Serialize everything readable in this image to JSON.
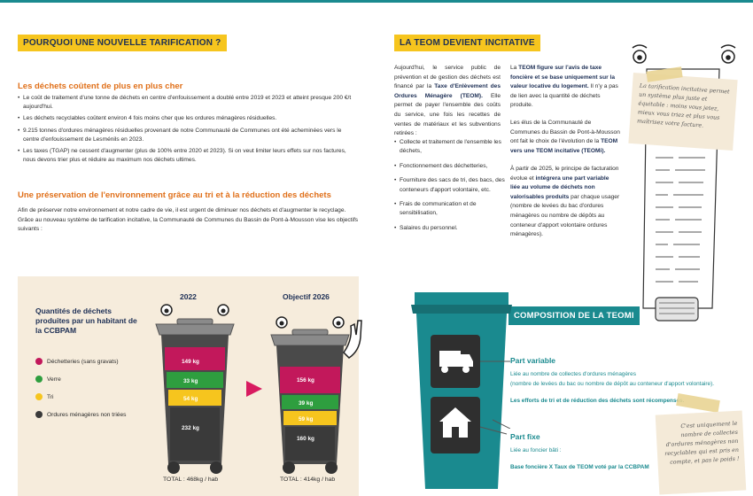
{
  "left": {
    "heading": "POURQUOI UNE NOUVELLE TARIFICATION ?",
    "section1": {
      "title": "Les déchets coûtent de plus en plus cher",
      "bullets": [
        "Le coût de traitement d'une tonne de déchets en centre d'enfouissement a doublé entre 2019 et 2023 et atteint presque 200 €/t aujourd'hui.",
        "Les déchets recyclables coûtent environ 4 fois moins cher que les ordures ménagères résiduelles.",
        "9.215 tonnes d'ordures ménagères résiduelles provenant de notre Communauté de Communes ont été acheminées vers le centre d'enfouissement de Lesménils en 2023.",
        "Les taxes (TGAP) ne cessent d'augmenter (plus de 100% entre 2020 et 2023). Si on veut limiter leurs effets sur nos factures, nous devons trier plus et réduire au maximum nos déchets ultimes."
      ]
    },
    "section2": {
      "title": "Une préservation de l'environnement grâce au tri et à la réduction des déchets",
      "para1": "Afin de préserver notre environnement et notre cadre de vie, il est urgent de diminuer nos déchets et d'augmenter le recyclage.",
      "para2": "Grâce au nouveau système de tarification incitative, la Communauté de Communes du Bassin de Pont-à-Mousson vise les objectifs suivants :"
    },
    "panel": {
      "title": "Quantités de déchets produites par un habitant de la CCBPAM",
      "legend": [
        {
          "label": "Déchetteries (sans gravats)",
          "color": "#c2185b"
        },
        {
          "label": "Verre",
          "color": "#2e9e3f"
        },
        {
          "label": "Tri",
          "color": "#f6c51e"
        },
        {
          "label": "Ordures ménagères non triées",
          "color": "#3a3a3a"
        }
      ],
      "bin2022": {
        "label": "2022",
        "values": [
          "149 kg",
          "33 kg",
          "54 kg",
          "232 kg"
        ],
        "total": "TOTAL : 468kg / hab"
      },
      "bin2026": {
        "label": "Objectif 2026",
        "values": [
          "156 kg",
          "39 kg",
          "59 kg",
          "160 kg"
        ],
        "total": "TOTAL : 414kg / hab"
      }
    }
  },
  "right": {
    "heading": "LA TEOM DEVIENT INCITATIVE",
    "col1": {
      "intro_a": "Aujourd'hui, le service public de prévention et de gestion des déchets est financé par la ",
      "intro_b": "Taxe d'Enlèvement des Ordures Ménagère (TEOM).",
      "intro_c": " Elle permet de payer l'ensemble des coûts du service, une fois les recettes de ventes de matériaux et les subventions retirées :",
      "items": [
        "Collecte et traitement de l'ensemble les déchets,",
        "Fonctionnement des déchetteries,",
        "Fourniture des sacs de tri, des bacs, des conteneurs d'apport volontaire, etc.",
        "Frais de communication et de sensibilisation,",
        "Salaires du personnel."
      ]
    },
    "col2": {
      "p1_a": "La ",
      "p1_b": "TEOM figure sur l'avis de taxe foncière et se base uniquement sur la valeur locative du logement.",
      "p1_c": " Il n'y a pas de lien avec la quantité de déchets produite.",
      "p2_a": "Les élus de la Communauté de Communes du Bassin de Pont-à-Mousson ont fait le choix de l'évolution de la ",
      "p2_b": "TEOM vers une TEOM incitative (TEOMi).",
      "p3_a": "À partir de 2025, le principe de facturation évolue et ",
      "p3_b": "intégrera une part variable liée au volume de déchets non valorisables produits",
      "p3_c": " par chaque usager (nombre de levées du bac d'ordures ménagères ou nombre de dépôts au conteneur d'apport volontaire ordures ménagères)."
    },
    "note1": "La tarification incitative permet un système plus juste et équitable : moins vous jetez, mieux vous triez et plus vous maîtrisez votre facture.",
    "composition": {
      "heading": "COMPOSITION DE LA TEOMI",
      "variable": {
        "title": "Part variable",
        "line1": "Liée au nombre de collectes d'ordures ménagères",
        "line2": "(nombre de levées du bac ou nombre de dépôt au conteneur d'apport volontaire).",
        "bold": "Les efforts de tri et de réduction des déchets sont récompensés."
      },
      "fixe": {
        "title": "Part fixe",
        "line1": "Liée au foncier bâti :",
        "bold": "Base foncière X Taux de TEOM voté par la CCBPAM"
      }
    },
    "note2": "C'est uniquement le nombre de collectes d'ordures ménagères non recyclables qui est pris en compte, et pas le poids !"
  },
  "colors": {
    "teal": "#1a8a8f",
    "yellow": "#f6c51e",
    "orange": "#e0701a",
    "navy": "#1d2f55",
    "cream": "#f6ecdc",
    "pink_arrow": "#d81b60"
  }
}
